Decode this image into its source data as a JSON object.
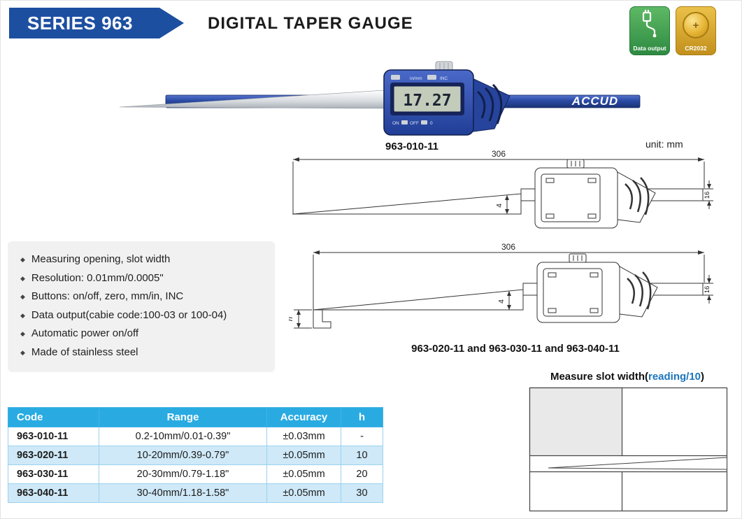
{
  "colors": {
    "banner-blue": "#1d4fa1",
    "table-header-blue": "#29abe2",
    "table-row-alt": "#cfe9f8",
    "accent-link-blue": "#1c75bc",
    "badge-green": "#2e8a41",
    "badge-gold": "#c3901c"
  },
  "header": {
    "series_badge": "SERIES 963",
    "title": "DIGITAL TAPER GAUGE",
    "data_output_label": "Data output",
    "battery_label": "CR2032",
    "battery_polarity": "+"
  },
  "product": {
    "brand": "ACCUD",
    "lcd_value": "17.27",
    "btn_inmm": "in/mm",
    "btn_inc": "INC",
    "btn_on": "ON",
    "btn_off": "OFF",
    "btn_zero": "0",
    "caption": "963-010-11",
    "unit_note": "unit: mm"
  },
  "drawing1": {
    "dim_length": "306",
    "dim_tip": "4",
    "dim_beam": "16"
  },
  "drawing2": {
    "dim_length": "306",
    "dim_tip": "4",
    "dim_beam": "16",
    "dim_hook": "h",
    "caption": "963-020-11 and 963-030-11 and 963-040-11"
  },
  "slot_note": {
    "prefix": "Measure slot width(",
    "highlight": "reading/10",
    "suffix": ")"
  },
  "features": [
    "Measuring opening, slot width",
    "Resolution: 0.01mm/0.0005\"",
    "Buttons: on/off, zero, mm/in, INC",
    "Data output(cabie code:100-03 or 100-04)",
    "Automatic power on/off",
    "Made of stainless steel"
  ],
  "table": {
    "headers": [
      "Code",
      "Range",
      "Accuracy",
      "h"
    ],
    "rows": [
      {
        "code": "963-010-11",
        "range": "0.2-10mm/0.01-0.39\"",
        "accuracy": "±0.03mm",
        "h": "-"
      },
      {
        "code": "963-020-11",
        "range": "10-20mm/0.39-0.79\"",
        "accuracy": "±0.05mm",
        "h": "10"
      },
      {
        "code": "963-030-11",
        "range": "20-30mm/0.79-1.18\"",
        "accuracy": "±0.05mm",
        "h": "20"
      },
      {
        "code": "963-040-11",
        "range": "30-40mm/1.18-1.58\"",
        "accuracy": "±0.05mm",
        "h": "30"
      }
    ]
  }
}
